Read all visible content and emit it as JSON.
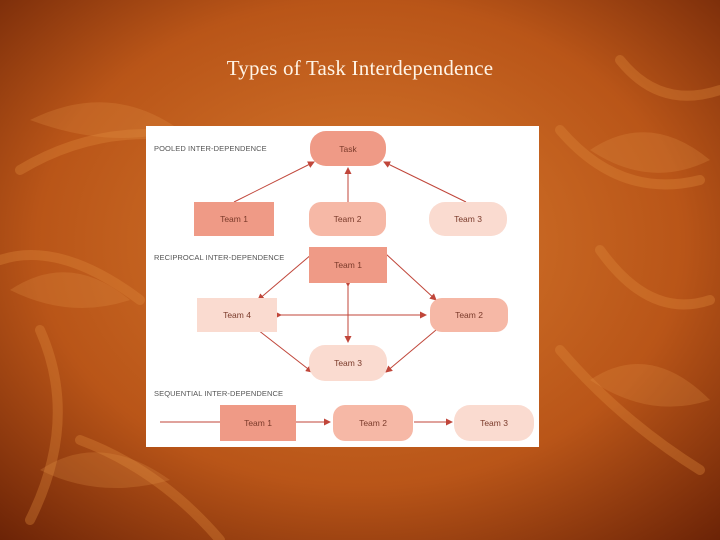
{
  "slide": {
    "title": "Types of Task Interdependence"
  },
  "diagram": {
    "pooled": {
      "label": "POOLED INTER-DEPENDENCE",
      "task": "Task",
      "team1": "Team 1",
      "team2": "Team 2",
      "team3": "Team 3"
    },
    "reciprocal": {
      "label": "RECIPROCAL INTER-DEPENDENCE",
      "team1": "Team 1",
      "team2": "Team 2",
      "team3": "Team 3",
      "team4": "Team 4"
    },
    "sequential": {
      "label": "SEQUENTIAL INTER-DEPENDENCE",
      "team1": "Team 1",
      "team2": "Team 2",
      "team3": "Team 3"
    }
  },
  "colors": {
    "arrow": "#c0463a",
    "node_dark": "#ef9a86",
    "node_mid": "#f6b8a6",
    "node_light": "#fadbd0"
  }
}
